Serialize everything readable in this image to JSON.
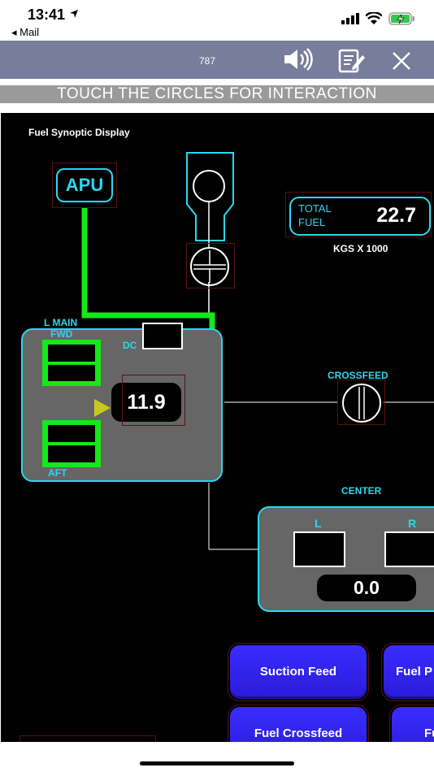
{
  "status_bar": {
    "time": "13:41",
    "back_app": "◂ Mail"
  },
  "nav": {
    "title": "787"
  },
  "banner": {
    "text": "TOUCH THE CIRCLES FOR INTERACTION"
  },
  "display": {
    "title": "Fuel Synoptic Display",
    "apu_label": "APU",
    "total_fuel": {
      "label_line1": "TOTAL",
      "label_line2": "FUEL",
      "value": "22.7",
      "units": "KGS X 1000"
    },
    "l_main": {
      "label_line1": "L MAIN",
      "label_line2": "FWD",
      "dc_label": "DC",
      "aft_label": "AFT",
      "quantity": "11.9"
    },
    "crossfeed_label": "CROSSFEED",
    "center": {
      "label": "CENTER",
      "left_label": "L",
      "right_label": "R",
      "quantity": "0.0"
    },
    "buttons": {
      "suction_feed": "Suction Feed",
      "fuel_pump_partial": "Fuel P",
      "fuel_crossfeed": "Fuel Crossfeed",
      "fuel_partial": "Fu"
    },
    "colors": {
      "cyan": "#2ad8ee",
      "green": "#16e81a",
      "panel": "#666666",
      "button": "#2f22f0",
      "arrow": "#c8c81e"
    }
  }
}
